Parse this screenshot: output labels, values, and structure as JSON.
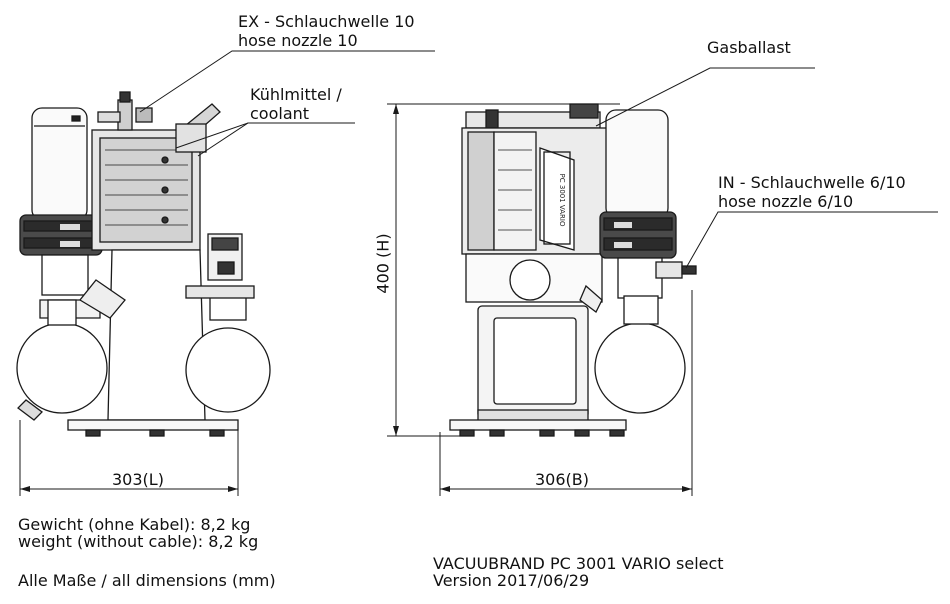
{
  "callouts": {
    "ex_de": "EX - Schlauchwelle 10",
    "ex_en": "hose nozzle 10",
    "coolant_de": "Kühlmittel /",
    "coolant_en": "coolant",
    "gasballast": "Gasballast",
    "in_de": "IN - Schlauchwelle 6/10",
    "in_en": "hose nozzle 6/10"
  },
  "dimensions": {
    "length": "303(L)",
    "width": "306(B)",
    "height": "400 (H)"
  },
  "footer": {
    "weight_de": "Gewicht (ohne Kabel): 8,2 kg",
    "weight_en": "weight (without cable): 8,2 kg",
    "dims_note": "Alle Maße / all dimensions (mm)",
    "model": "VACUUBRAND PC 3001 VARIO select",
    "version": "Version 2017/06/29"
  },
  "device_label": "PC 3001 VARIO"
}
